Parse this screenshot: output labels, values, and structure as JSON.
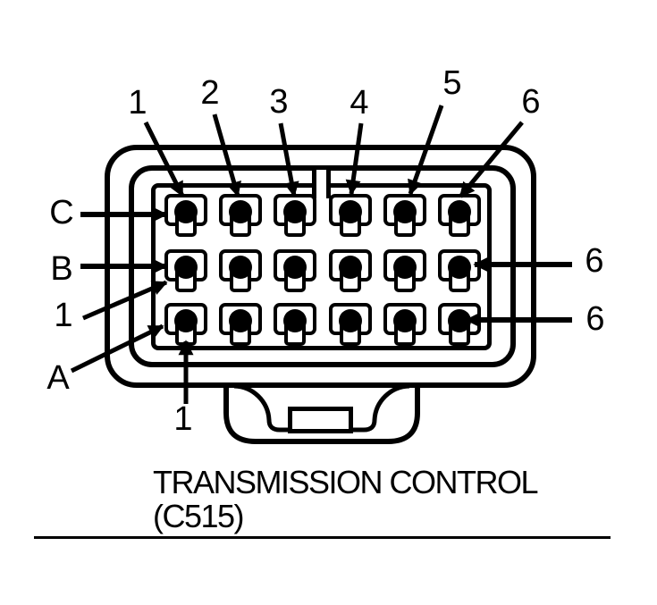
{
  "connector": {
    "column_labels": [
      "1",
      "2",
      "3",
      "4",
      "5",
      "6"
    ],
    "row_labels": [
      "C",
      "B",
      "A"
    ],
    "callouts": {
      "left_pin_row_b": "1",
      "bottom_pin_row_a": "1",
      "right_row_b": "6",
      "right_row_a": "6"
    },
    "rows": 3,
    "columns": 6,
    "total_pins": 18
  },
  "caption": {
    "title": "TRANSMISSION CONTROL",
    "connector_id": "(C515)"
  },
  "colors": {
    "ink": "#000000",
    "paper": "#ffffff"
  }
}
